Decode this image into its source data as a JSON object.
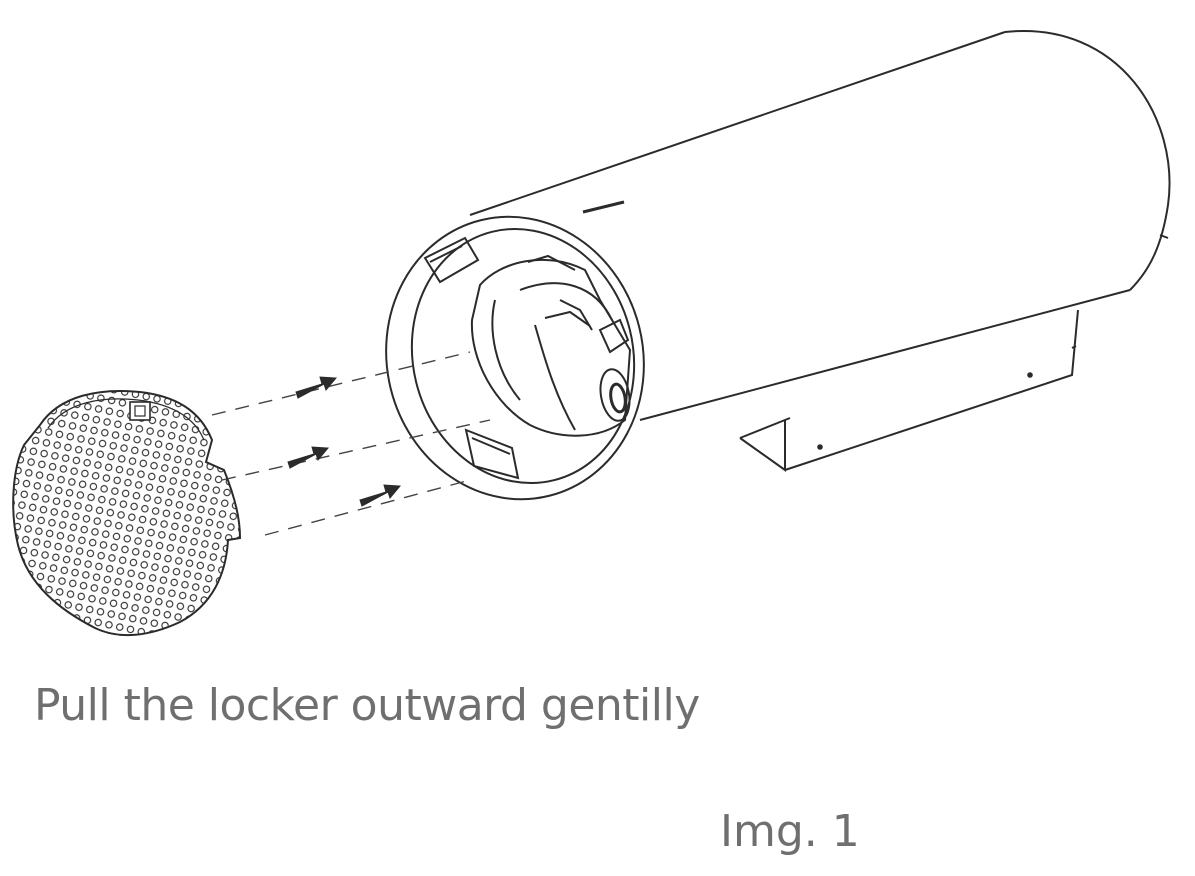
{
  "caption": "Pull the locker outward gentilly",
  "figure_label": "Img. 1",
  "colors": {
    "line": "#2b2b2b",
    "caption_text": "#6f6f6f",
    "background": "#ffffff"
  },
  "components": {
    "housing": "camera-housing",
    "locker": "perforated-locker-disc",
    "arrows": "pull-direction-arrows"
  }
}
